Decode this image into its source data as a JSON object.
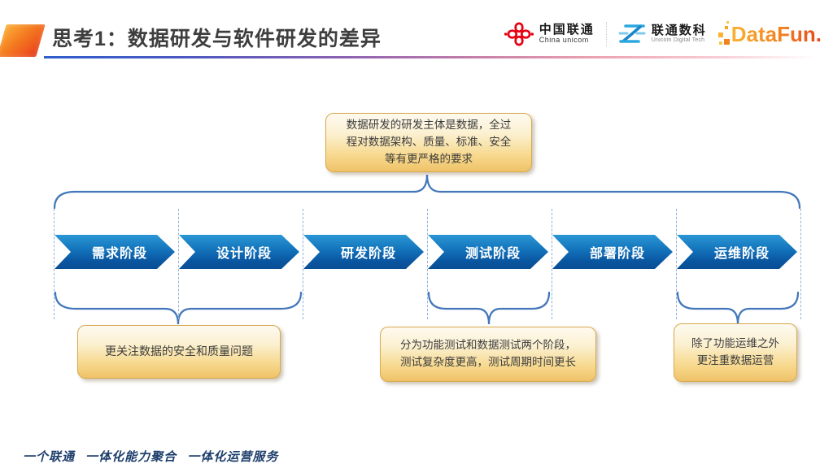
{
  "header": {
    "title": "思考1：数据研发与软件研发的差异",
    "logos": {
      "unicom": {
        "cn": "中国联通",
        "en": "China unicom"
      },
      "digital": {
        "cn": "联通数科",
        "en": "Unicom Digital Tech"
      },
      "datafun": {
        "wordmark": "DataFun."
      }
    }
  },
  "diagram": {
    "top_callout": "数据研发的研发主体是数据，全过程对数据架构、质量、标准、安全等有更严格的要求",
    "stages": [
      {
        "label": "需求阶段"
      },
      {
        "label": "设计阶段"
      },
      {
        "label": "研发阶段"
      },
      {
        "label": "测试阶段"
      },
      {
        "label": "部署阶段"
      },
      {
        "label": "运维阶段"
      }
    ],
    "bottom_callouts": [
      {
        "text": "更关注数据的安全和质量问题"
      },
      {
        "text": "分为功能测试和数据测试两个阶段，测试复杂度更高，测试周期时间更长"
      },
      {
        "text": "除了功能运维之外\n更注重数据运营"
      }
    ]
  },
  "footer": {
    "slogan": "一个联通 一体化能力聚合 一体化运营服务"
  },
  "icons": {
    "unicom_logo": "china-unicom-knot-icon",
    "digital_logo": "unicom-digital-z-icon",
    "accent": "orange-parallelogram"
  },
  "colors": {
    "arrow_blue_top": "#2b97d5",
    "arrow_blue_bottom": "#084e95",
    "brace_blue": "#4377b9",
    "callout_gold": "#efc268",
    "callout_border": "#d8a94e",
    "unicom_red": "#e60012",
    "digital_blue": "#2ba7e0",
    "datafun_orange": "#f1821f",
    "footer_navy": "#1d3e6b"
  }
}
